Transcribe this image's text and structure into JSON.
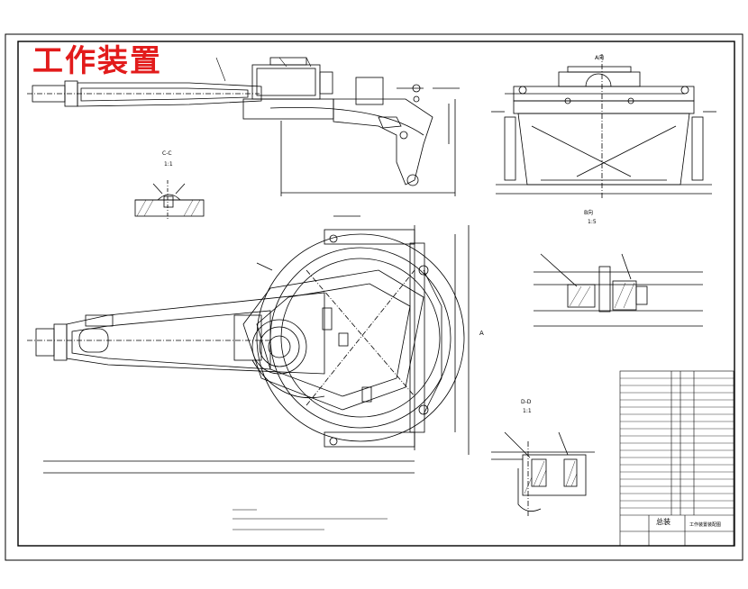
{
  "title": "工作装置",
  "views": {
    "a_view": "A向",
    "b_view": "B向",
    "b_scale": "1:5",
    "cc_section": "C-C",
    "cc_scale": "1:1",
    "dd_section": "D-D",
    "dd_scale": "1:1",
    "side_marker": "A"
  },
  "title_block": {
    "part_name": "总装",
    "drawing_name": "工作装置装配图"
  },
  "colors": {
    "title": "#e21b1b",
    "line": "#000000"
  }
}
